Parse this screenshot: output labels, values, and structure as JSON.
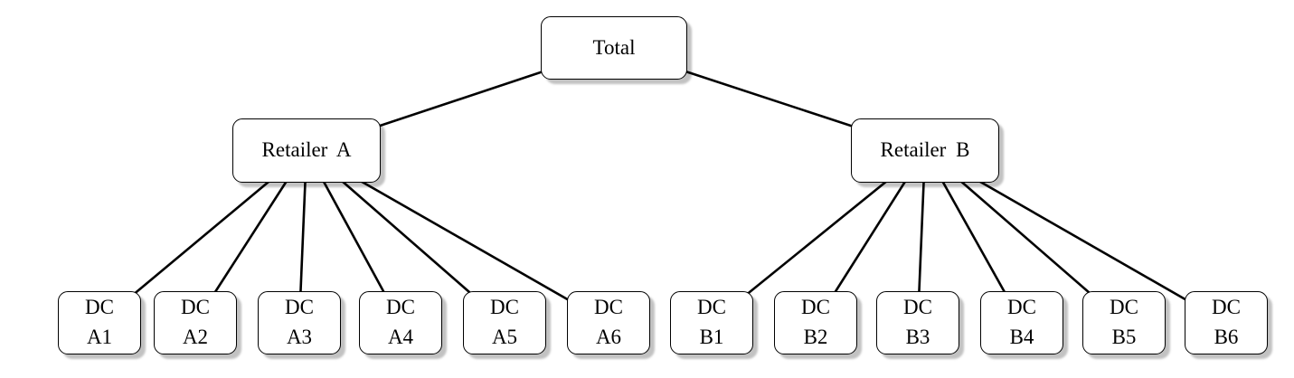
{
  "tree": {
    "root": {
      "label": "Total"
    },
    "retailers": [
      {
        "label": "Retailer A",
        "children": [
          {
            "line1": "DC",
            "line2": "A1"
          },
          {
            "line1": "DC",
            "line2": "A2"
          },
          {
            "line1": "DC",
            "line2": "A3"
          },
          {
            "line1": "DC",
            "line2": "A4"
          },
          {
            "line1": "DC",
            "line2": "A5"
          },
          {
            "line1": "DC",
            "line2": "A6"
          }
        ]
      },
      {
        "label": "Retailer B",
        "children": [
          {
            "line1": "DC",
            "line2": "B1"
          },
          {
            "line1": "DC",
            "line2": "B2"
          },
          {
            "line1": "DC",
            "line2": "B3"
          },
          {
            "line1": "DC",
            "line2": "B4"
          },
          {
            "line1": "DC",
            "line2": "B5"
          },
          {
            "line1": "DC",
            "line2": "B6"
          }
        ]
      }
    ]
  },
  "colors": {
    "background": "#ffffff",
    "node_fill": "#ffffff",
    "node_border": "#000000",
    "edge": "#000000",
    "shadow": "#c2c2c2",
    "text": "#000000"
  }
}
